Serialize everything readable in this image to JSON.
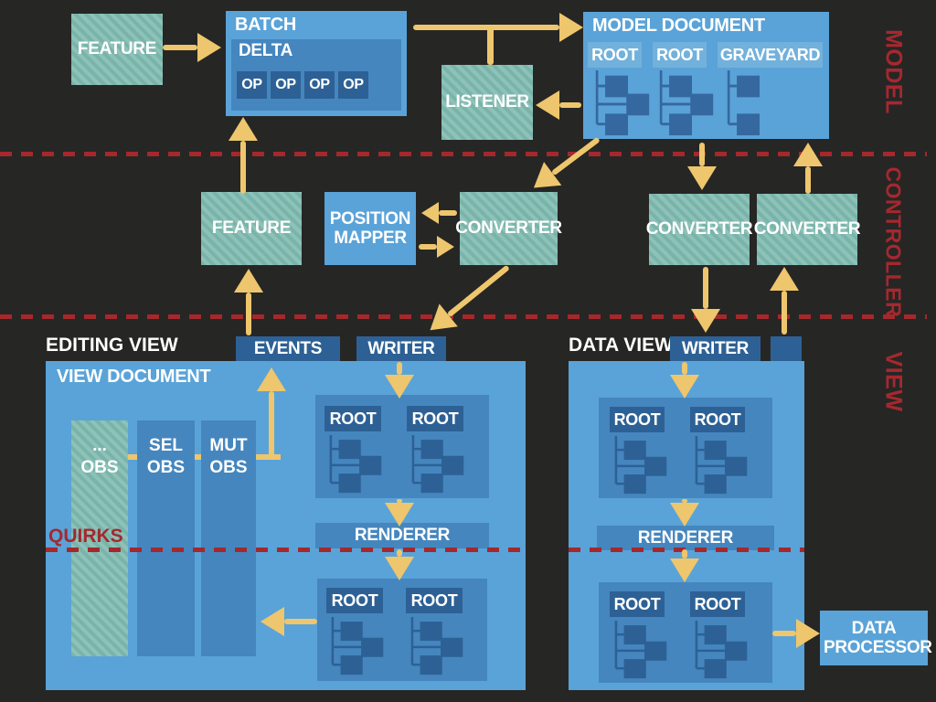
{
  "colors": {
    "background": "#262625",
    "panel_blue": "#5aa3d8",
    "panel_blue_medium": "#4586be",
    "panel_blue_dark": "#2d6195",
    "model_root_label_blue": "#72b1db",
    "teal": "#79b4aa",
    "teal_stripe": "#8ec2b9",
    "arrow_yellow": "#eec66d",
    "divider_red": "#a6282e",
    "text_white": "#ffffff"
  },
  "layers": {
    "model": "MODEL",
    "controller": "CONTROLLER",
    "view": "VIEW"
  },
  "model_band": {
    "feature": "FEATURE",
    "batch": {
      "title": "BATCH",
      "delta": {
        "title": "DELTA",
        "ops": [
          "OP",
          "OP",
          "OP",
          "OP"
        ]
      }
    },
    "listener": "LISTENER",
    "model_document": {
      "title": "MODEL DOCUMENT",
      "roots": [
        "ROOT",
        "ROOT",
        "GRAVEYARD"
      ]
    }
  },
  "controller_band": {
    "feature": "FEATURE",
    "position_mapper": "POSITION MAPPER",
    "converter_left": "CONVERTER",
    "converter_mid": "CONVERTER",
    "converter_right": "CONVERTER"
  },
  "view_band": {
    "editing": {
      "title": "EDITING VIEW",
      "events": "EVENTS",
      "writer": "WRITER",
      "document_title": "VIEW DOCUMENT",
      "observers": {
        "other": {
          "line1": "...",
          "line2": "OBS"
        },
        "sel": {
          "line1": "SEL",
          "line2": "OBS"
        },
        "mut": {
          "line1": "MUT",
          "line2": "OBS"
        }
      },
      "upper_roots": [
        "ROOT",
        "ROOT"
      ],
      "renderer": "RENDERER",
      "lower_roots": [
        "ROOT",
        "ROOT"
      ],
      "quirks": "QUIRKS"
    },
    "data": {
      "title": "DATA VIEW",
      "writer": "WRITER",
      "upper_roots": [
        "ROOT",
        "ROOT"
      ],
      "renderer": "RENDERER",
      "lower_roots": [
        "ROOT",
        "ROOT"
      ]
    },
    "data_processor": "DATA PROCESSOR"
  }
}
